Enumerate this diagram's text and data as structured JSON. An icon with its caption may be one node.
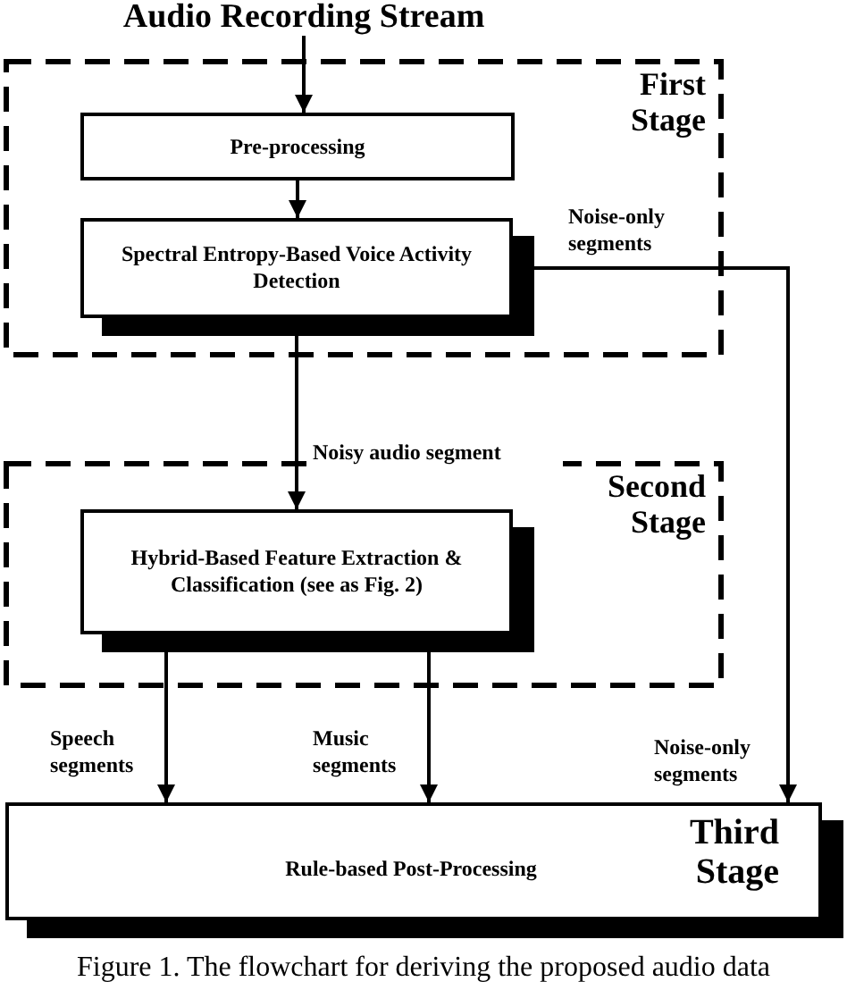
{
  "diagram": {
    "caption": "Figure 1. The flowchart for deriving the proposed audio data",
    "nodes": [
      {
        "text": [
          "Audio Recording Stream"
        ]
      },
      {
        "text": [
          "First Stage"
        ]
      },
      {
        "text": [
          "Pre-processing"
        ],
        "in": 1
      },
      {
        "text": [
          "Spectral Entropy-Based Voice Activity Detection"
        ],
        "in": 1
      },
      {
        "text": [
          "Second Stage"
        ]
      },
      {
        "text": [
          "Hybrid-Based Feature Extraction & Classification (see as Fig. 2)"
        ],
        "in": 4
      },
      {
        "text": [
          "Rule-based Post-Processing",
          "Third Stage"
        ]
      }
    ],
    "edges": [
      {
        "from": 0,
        "to": 2,
        "arrow": "to"
      },
      {
        "from": 2,
        "to": 3,
        "arrow": "to"
      },
      {
        "from": 3,
        "to": 5,
        "arrow": "to",
        "label": "Noisy audio segment"
      },
      {
        "from": 5,
        "to": 6,
        "arrow": "to",
        "label": "Speech segments"
      },
      {
        "from": 5,
        "to": 6,
        "arrow": "to",
        "label": "Music segments"
      },
      {
        "from": 3,
        "to": 6,
        "arrow": "to",
        "label": "Noise-only segments"
      }
    ],
    "labels": [
      "Noise-only segments"
    ]
  }
}
